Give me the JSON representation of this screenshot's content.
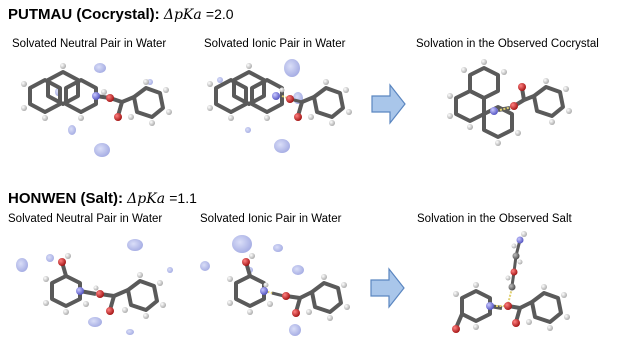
{
  "rows": [
    {
      "compound": "PUTMAU (Cocrystal):",
      "delta_symbol": "ΔpKa",
      "delta_value": "=2.0",
      "captions": [
        "Solvated Neutral Pair in Water",
        "Solvated Ionic Pair in Water",
        "Solvation in the Observed Cocrystal"
      ]
    },
    {
      "compound": "HONWEN (Salt):",
      "delta_symbol": "ΔpKa",
      "delta_value": "=1.1",
      "captions": [
        "Solvated Neutral Pair in Water",
        "Solvated Ionic Pair in Water",
        "Solvation in the Observed Salt"
      ]
    }
  ],
  "colors": {
    "arrow_fill": "#a9c6ea",
    "arrow_stroke": "#5b86c0",
    "solvent_blob": "#aab2e6",
    "carbon": "#6e6e6e",
    "oxygen": "#cc2222",
    "nitrogen": "#6f6fe0",
    "hydrogen": "#d4d4d4",
    "hbond": "#e0d070"
  }
}
